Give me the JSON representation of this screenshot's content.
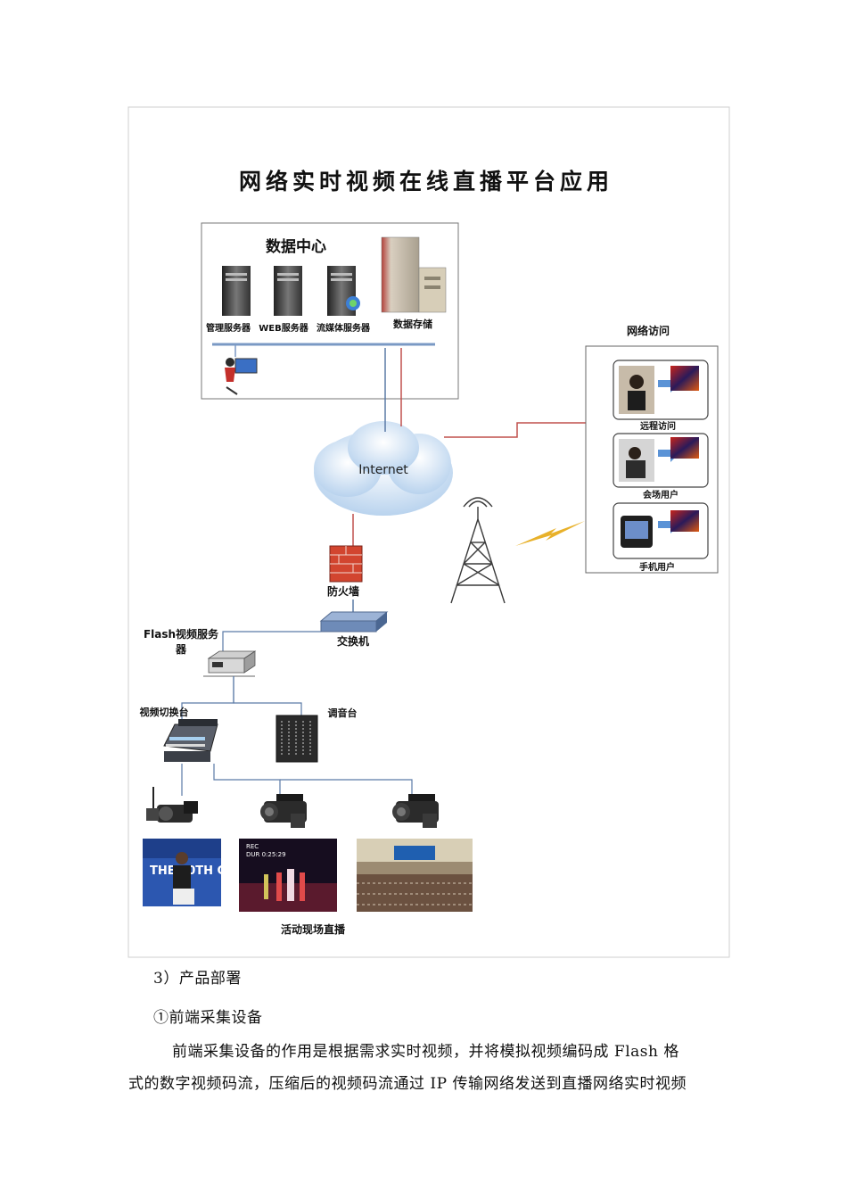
{
  "diagram": {
    "title": "网络实时视频在线直播平台应用",
    "data_center": {
      "label": "数据中心",
      "servers": [
        "管理服务器",
        "WEB服务器",
        "流媒体服务器"
      ],
      "storage": "数据存储"
    },
    "internet": "Internet",
    "access": {
      "label": "网络访问",
      "items": [
        "远程访问",
        "会场用户",
        "手机用户"
      ]
    },
    "firewall": "防火墙",
    "switch": "交换机",
    "flash_server": [
      "Flash视频服务",
      "器"
    ],
    "video_switcher": "视频切换台",
    "mixer": "调音台",
    "live_event": "活动现场直播",
    "screen_text": {
      "left": "THE 10TH C",
      "mid_1": "REC",
      "mid_2": "DUR  0:25:29"
    },
    "colors": {
      "line_blue": "#5b7aa6",
      "line_red": "#c0504d",
      "bolt": "#e8b12a"
    }
  },
  "body": {
    "section_heading": "3）产品部署",
    "subheading": "①前端采集设备",
    "para_line1": "前端采集设备的作用是根据需求实时视频，并将模拟视频编码成 Flash 格",
    "para_line2": "式的数字视频码流，压缩后的视频码流通过 IP 传输网络发送到直播网络实时视频"
  }
}
